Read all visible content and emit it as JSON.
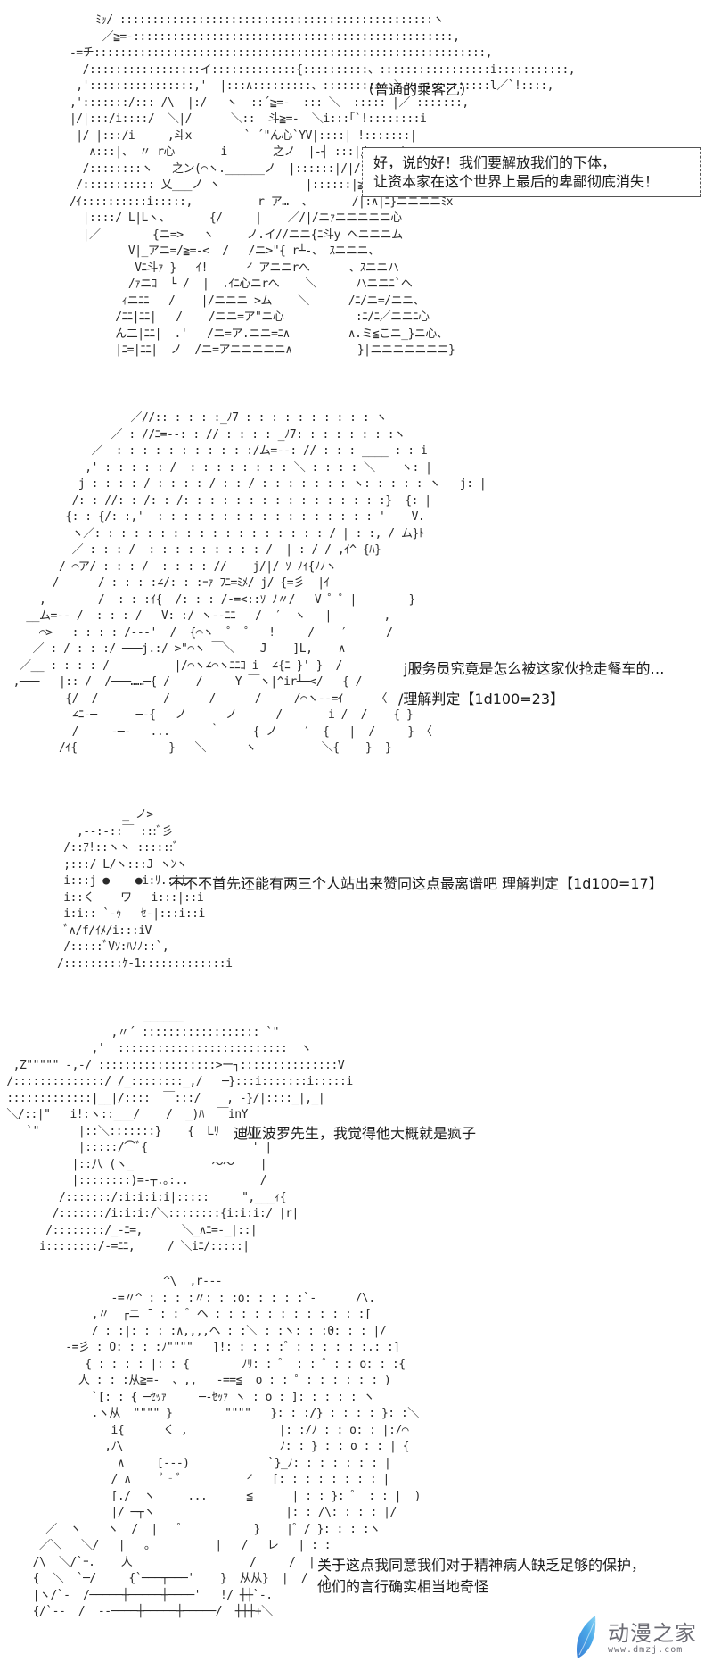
{
  "panels": [
    {
      "speaker_label": "（普通的乘客乙）",
      "dialogue_lines": [
        "好，说的好！我们要解放我们的下体，",
        "让资本家在这个世界上最后的卑鄙彻底消失！"
      ],
      "art": "          ﾐｯ/ ::::::::::::::::::::::::::::::::::::::::::::::::ヽ\n           ／≧=-:::::::::::::::::::::::::::::::::::::::::::::::::,\n      ‐=チ::::::::::::::::::::::::::::::::::::::::::::::::::::::::::::,\n        /:::::::::::::::::イ:::::::::::::{::::::::::、:::::::::::::::::i:::::::::::,\n       ,'::::::::::::::::,'  |:::∧:::::::::、:::::::::  ＼:::::::::::::l／`!::::,\n      ,':::::::/::: /\\  |:/   ヽ  ::´≧=-  ::: ＼  ::::: |／ :::::::,\n      |/|:::/i::::/  ＼|/      ＼::  斗≧=-  ＼i:::｢`!::::::::i\n       |/ |:::/i     ,斗x        ` ´\"ん心`YV|::::| !:::::::|\n         ∧:::|、 〃 r心       i       之ノ  |‐┤ :::|/::::∧|\n        /::::::::ヽ   之ン(⌒ヽ.______ノ  |::::::|/|/\n       /::::::::::: 乂___ノ ヽ             |::::::|≧=-\n      /ｲ::::::::::i:::::,          r ア…  、      /|:∧|ﾆ}ニニニニﾐx\n        |::::/ L|Lヽ、      {/     |    ／/|/ニｧニニニニニ心\n        |／        {ニ=>   ヽ     ノ.イ//ニニ{ﾆ斗y ヘニニニム\n               V|_アニ=/≧=-<  /   /ニ>\"{ r┴‐、 ｽニニニ、\n                Vﾆ斗ｧ }   ｲ!      ｲ アニニrへ      、ｽニニハ\n               /ｧニｺ  └ /  |  .ｲﾆ心ニrへ    ＼      ハニニﾆ`ヘ\n              ｨニﾆﾆ   /    |/ニニニ >ム    ＼      /ﾆ/ニ=/ニニ、\n             /ﾆﾆ|ﾆﾆ|   /    /ニニ=ア\"ニ心           :ﾆ/ﾆ／ニニﾆ心\n             ん二|ﾆﾆ|  .'   /ニ=ア.ニニ=ﾆ∧         ∧.ミ≦こニ_}ニ心、\n             |ﾆ=|ﾆﾆ|  ノ  /ニ=アニニニニニ∧          }|ニニニニニニニ}"
    },
    {
      "dialogue_lines": [
        "j服务员究竟是怎么被这家伙抢走餐车的…",
        "/理解判定【1d100=23】"
      ],
      "art": "                    ／//:: : : : :_ﾉ7 : : : : : : : : : : ヽ\n                 ／ : //ﾆ=--: : // : : : : _ﾉ7: : : : : : : :ヽ\n              ／  : : : : : : : : : : :/ム=--: // : : : ____ : : i\n             ,' : : : : : /  : : : : : : : : ＼ : : : : ＼    ヽ: |\n            j : : : : / : : : : / : : / : : : : : : : ヽ: : : : : ヽ   j: |\n           /: : //: : /: : /: : : : : : : : : : : : : : : :}  {: |\n          {: : {/: :,'  : : : : : : : : : : : : : : : : : '    V.\n           ヽ／: : : : : : : : : : : : : : : : : : / | : :, / ム}ﾄ\n           ／ : : : /  : : : : : : : : : /  | : / / ,ｲ^ {ﾊ}\n         / ⌒ア/ : : : /  : : : : //    j/|/ ｿ ﾉｲ{ﾉﾉヽ\n        /      / : : : :∠/: : :ｰｧ ﾌﾆ=ﾐﾒ/ j/ {=彡  |ｲ\n      ,        /  : : :ｲ{  /: : : /‐=<::ｿ ﾉ〃/   V ゜゜|        }\n    __ム=-- /  : : : /   V: :/ ヽ‐-ﾆﾆ   /  ′  ヽ   |        ,\n      ⌒>   : : : : /‐-‐'  /  {⌒ヽ  ゜ ゜  !     /    ′      /\n     ／ : / : : :/ ───j.:/ >\"⌒ヽ ￣＼    J    ]L,    ∧\n   ／__ : : : : /          |/⌒ヽ∠⌒ヽﾆﾆｺ i  ∠{ﾆ }' }  /\n  ,───   |:: /  /───……─{ /    /     Y ￣ヽ|^ir┴─</   { /\n          {/  /          /      /      /     /⌒ヽ--=ｲ     〈\n           ∠ﾆ-─      ─-{   ノ      ノ      /       i /  /    { }\n           /     -─-   ...      ｀     { ノ    ′  {   |  /     } 〈\n         /ｲ{              }   ＼      ヽ          ＼{    }  }"
    },
    {
      "dialogue_lines": [
        "不不不首先还能有两三个人站出来赞同这点最离谱吧 理解判定【1d100=17】"
      ],
      "art": "                _ ノ>\n         ,-‐:‐::￣ :::ﾞ彡\n       /::ｱ!::ヽヽ ::::::ﾞ\n       ;:::/ L/ヽ:::J ヽﾝヽ\n       i:::j ●    ●i:ﾘ.:ii\n       i::く    ワ   i:::|::i\n       i:i:: `‐ｩ   ｾ‐|:::i::i\n       ﾞ∧/f/ｲﾒ/i:::iV\n       /:::::ﾞVｿ:ﾊﾉﾉ::`,\n      /:::::::::ｹ‐1:::::::::::::i"
    },
    {
      "dialogue_lines": [
        "迪亚波罗先生，我觉得他大概就是疯子"
      ],
      "art": "                      ______\n                 ,〃´ :::::::::::::::::: `\"\n              ,'  ::::::::::::::::::::::::::  ヽ\n  ,Z\"\"\"\"\" -,-/ ::::::::::::::::::>ー┐:::::::::::::::V\n /::::::::::::::/ /_::::::::_,/   ─}:::i:::::::i:::::i\n :::::::::::::|__|/::::  ￣:::/    , ‐}/|::::_|,_|\n ＼/::|\"   i!:ヽ::___/    /  _)ﾊ  ￣inY\n    `\"      |::＼:::::::}    {  Lﾘ   :ﾘ|\n            |:::::/⌒ﾞ{                ' |\n           |::八 (ヽ_            〜〜    |\n           |::::::::)=‐┬.｡:..           /\n         /:::::::/:i:i:i:i|:::::     \",___ｨ{\n        /:::::::/i:i:i:/＼::::::::{i:i:i:/ |r|\n       /::::::::/_-ﾆ=,      ＼_∧ﾆ=-_|::|\n      i::::::::/-=ﾆﾆ,     / ＼iﾆ/:::::|"
    },
    {
      "dialogue_lines": [
        "关于这点我同意我们对于精神病人缺乏足够的保护，",
        "他们的言行确实相当地奇怪"
      ],
      "art": "                         ^\\  ,r‐‐‐\n                 ‐=〃^ : : : :〃: : :o: : : : :`‐      /\\.\n              ,〃  ┌ニ ̄  : : ゜ヘ : : : : : : : : : : : :[\n              / : :|: : : :∧,,,,ヘ : :＼ : :ヽ: : :0: : : |/\n          ‐=彡 : O: : : :ﾉ\"\"\"\"   ]!: : : : :゜: : : : : :.: :]\n             { : : : : |: : {        ﾉﾘ: : ゜ : : ゜: : o: : :{\n            人 : : :从≧=-  、,,   -==≦  o : : ゜: : : : : : )\n              `[: : { ─ｾｯｧ     ─‐ｾｯｧ ヽ : o : ]: : : : : ヽ\n              .ヽ从  \"\"\"\" }        \"\"\"\"   }: : :/} : : : : }: :＼\n                 i{      く ,              |: :/ﾉ : : o: : |:/⌒\n                ,ﾉ\\                        ﾉ: : } : : o : : | {\n                  ∧     [‐--)            `}_ﾉ: : : : : : : |\n                 / ∧     ﾞ‐ﾞ          ｲ   [: : : : : : : : |\n                 [./  ヽ     ...      ≦      | : : }: ゜ : : |  )\n                 |/ ─┬ヽ                    |: : /\\: : : : |/\n       ／  ヽ    ヽ  /  |   ゜          }    |゜/ }: : : :ヽ\n      ／＼   ＼/   |   ｡          |   /   レ   | : :\n     /\\  ＼/`ｰ.    人                  /     /  | : : :\n     {  ＼  `─/     {`───┬───'    }  从从}  |  /  ヽ\n     |ヽ/`‐  /─────┼─────┼────'   !/ ┼┼`‐.\n     {/`‐‐  /  ‐‐────┼─────┼─────/  ┼┼┼+＼"
    }
  ],
  "watermark": {
    "title": "动漫之家",
    "url": "www.dmzj.com",
    "logo_colors": [
      "#4aa8e8",
      "#8fd6f5",
      "#3b7fd6"
    ]
  }
}
